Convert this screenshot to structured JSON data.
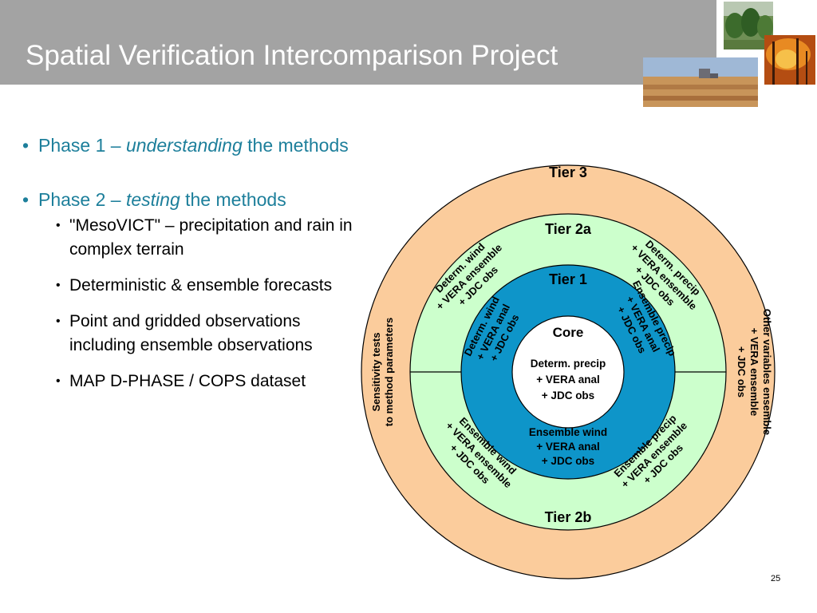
{
  "slide": {
    "title": "Spatial Verification Intercomparison Project",
    "page_number": "25"
  },
  "bullets": {
    "phase1": {
      "prefix": "Phase 1 – ",
      "emph": "understanding",
      "suffix": " the methods"
    },
    "phase2": {
      "prefix": "Phase 2 – ",
      "emph": "testing",
      "suffix": " the methods"
    },
    "sub": [
      "\"MesoVICT\" – precipitation and rain in complex terrain",
      "Deterministic & ensemble forecasts",
      "Point and gridded observations including ensemble observations",
      "MAP D-PHASE / COPS dataset"
    ]
  },
  "diagram": {
    "colors": {
      "tier3": "#fbcc9c",
      "tier2": "#ccffcc",
      "tier1": "#0e95c9",
      "core": "#ffffff"
    },
    "tiers": {
      "tier3": "Tier 3",
      "tier2a": "Tier 2a",
      "tier2b": "Tier 2b",
      "tier1": "Tier 1",
      "core": "Core"
    },
    "core_text": [
      "Determ. precip",
      "+ VERA anal",
      "+ JDC obs"
    ],
    "tier1_bottom": [
      "Ensemble wind",
      "+ VERA anal",
      "+ JDC obs"
    ],
    "tier1_left": [
      "Determ. wind",
      "+ VERA anal",
      "+ JDC obs"
    ],
    "tier1_right": [
      "Ensemble precip",
      "+ VERA anal",
      "+ JDC obs"
    ],
    "tier2_tl": [
      "Determ. wind",
      "+ VERA ensemble",
      "+ JDC obs"
    ],
    "tier2_tr": [
      "Determ. precip",
      "+ VERA ensemble",
      "+ JDC obs"
    ],
    "tier2_bl": [
      "Ensemble wind",
      "+ VERA ensemble",
      "+ JDC obs"
    ],
    "tier2_br": [
      "Ensemble precip",
      "+ VERA ensemble",
      "+ JDC obs"
    ],
    "tier3_left": [
      "Sensitivity tests",
      "to method parameters"
    ],
    "tier3_right": [
      "Other variables ensemble",
      "+ VERA ensemble",
      "+ JDC obs"
    ]
  },
  "photos": [
    "forest-photo",
    "fire-photo",
    "farm-field-photo"
  ]
}
